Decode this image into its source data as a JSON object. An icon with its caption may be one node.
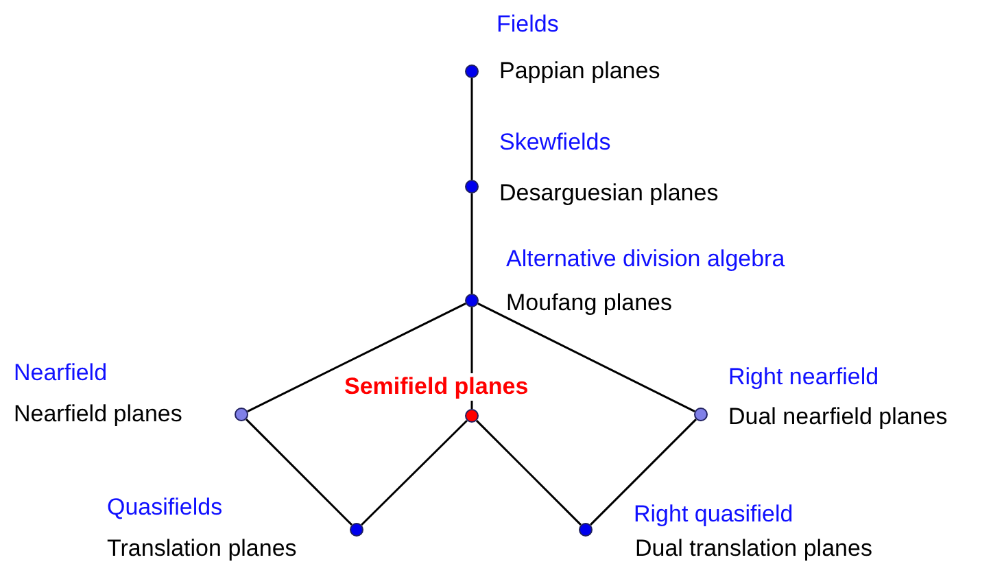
{
  "diagram": {
    "nodes": [
      {
        "text": [],
        "shape": "circle",
        "beside": [
          "Fields",
          "Pappian planes"
        ]
      },
      {
        "text": [],
        "shape": "circle",
        "beside": [
          "Skewfields",
          "Desarguesian planes"
        ]
      },
      {
        "text": [],
        "shape": "circle",
        "beside": [
          "Alternative division algebra",
          "Moufang planes"
        ]
      },
      {
        "text": [],
        "shape": "circle",
        "beside": [
          "Nearfield",
          "Nearfield planes"
        ]
      },
      {
        "text": [],
        "shape": "circle",
        "beside": [
          "Semifield planes"
        ]
      },
      {
        "text": [],
        "shape": "circle",
        "beside": [
          "Right nearfield",
          "Dual nearfield planes"
        ]
      },
      {
        "text": [],
        "shape": "circle",
        "beside": [
          "Quasifields",
          "Translation planes"
        ]
      },
      {
        "text": [],
        "shape": "circle",
        "beside": [
          "Right quasifield",
          "Dual translation planes"
        ]
      }
    ],
    "edges": [
      {
        "from": 0,
        "to": 1,
        "arrow": "none"
      },
      {
        "from": 1,
        "to": 2,
        "arrow": "none"
      },
      {
        "from": 2,
        "to": 3,
        "arrow": "none"
      },
      {
        "from": 2,
        "to": 4,
        "arrow": "none"
      },
      {
        "from": 2,
        "to": 5,
        "arrow": "none"
      },
      {
        "from": 3,
        "to": 6,
        "arrow": "none"
      },
      {
        "from": 4,
        "to": 6,
        "arrow": "none"
      },
      {
        "from": 4,
        "to": 7,
        "arrow": "none"
      },
      {
        "from": 5,
        "to": 7,
        "arrow": "none"
      }
    ]
  }
}
